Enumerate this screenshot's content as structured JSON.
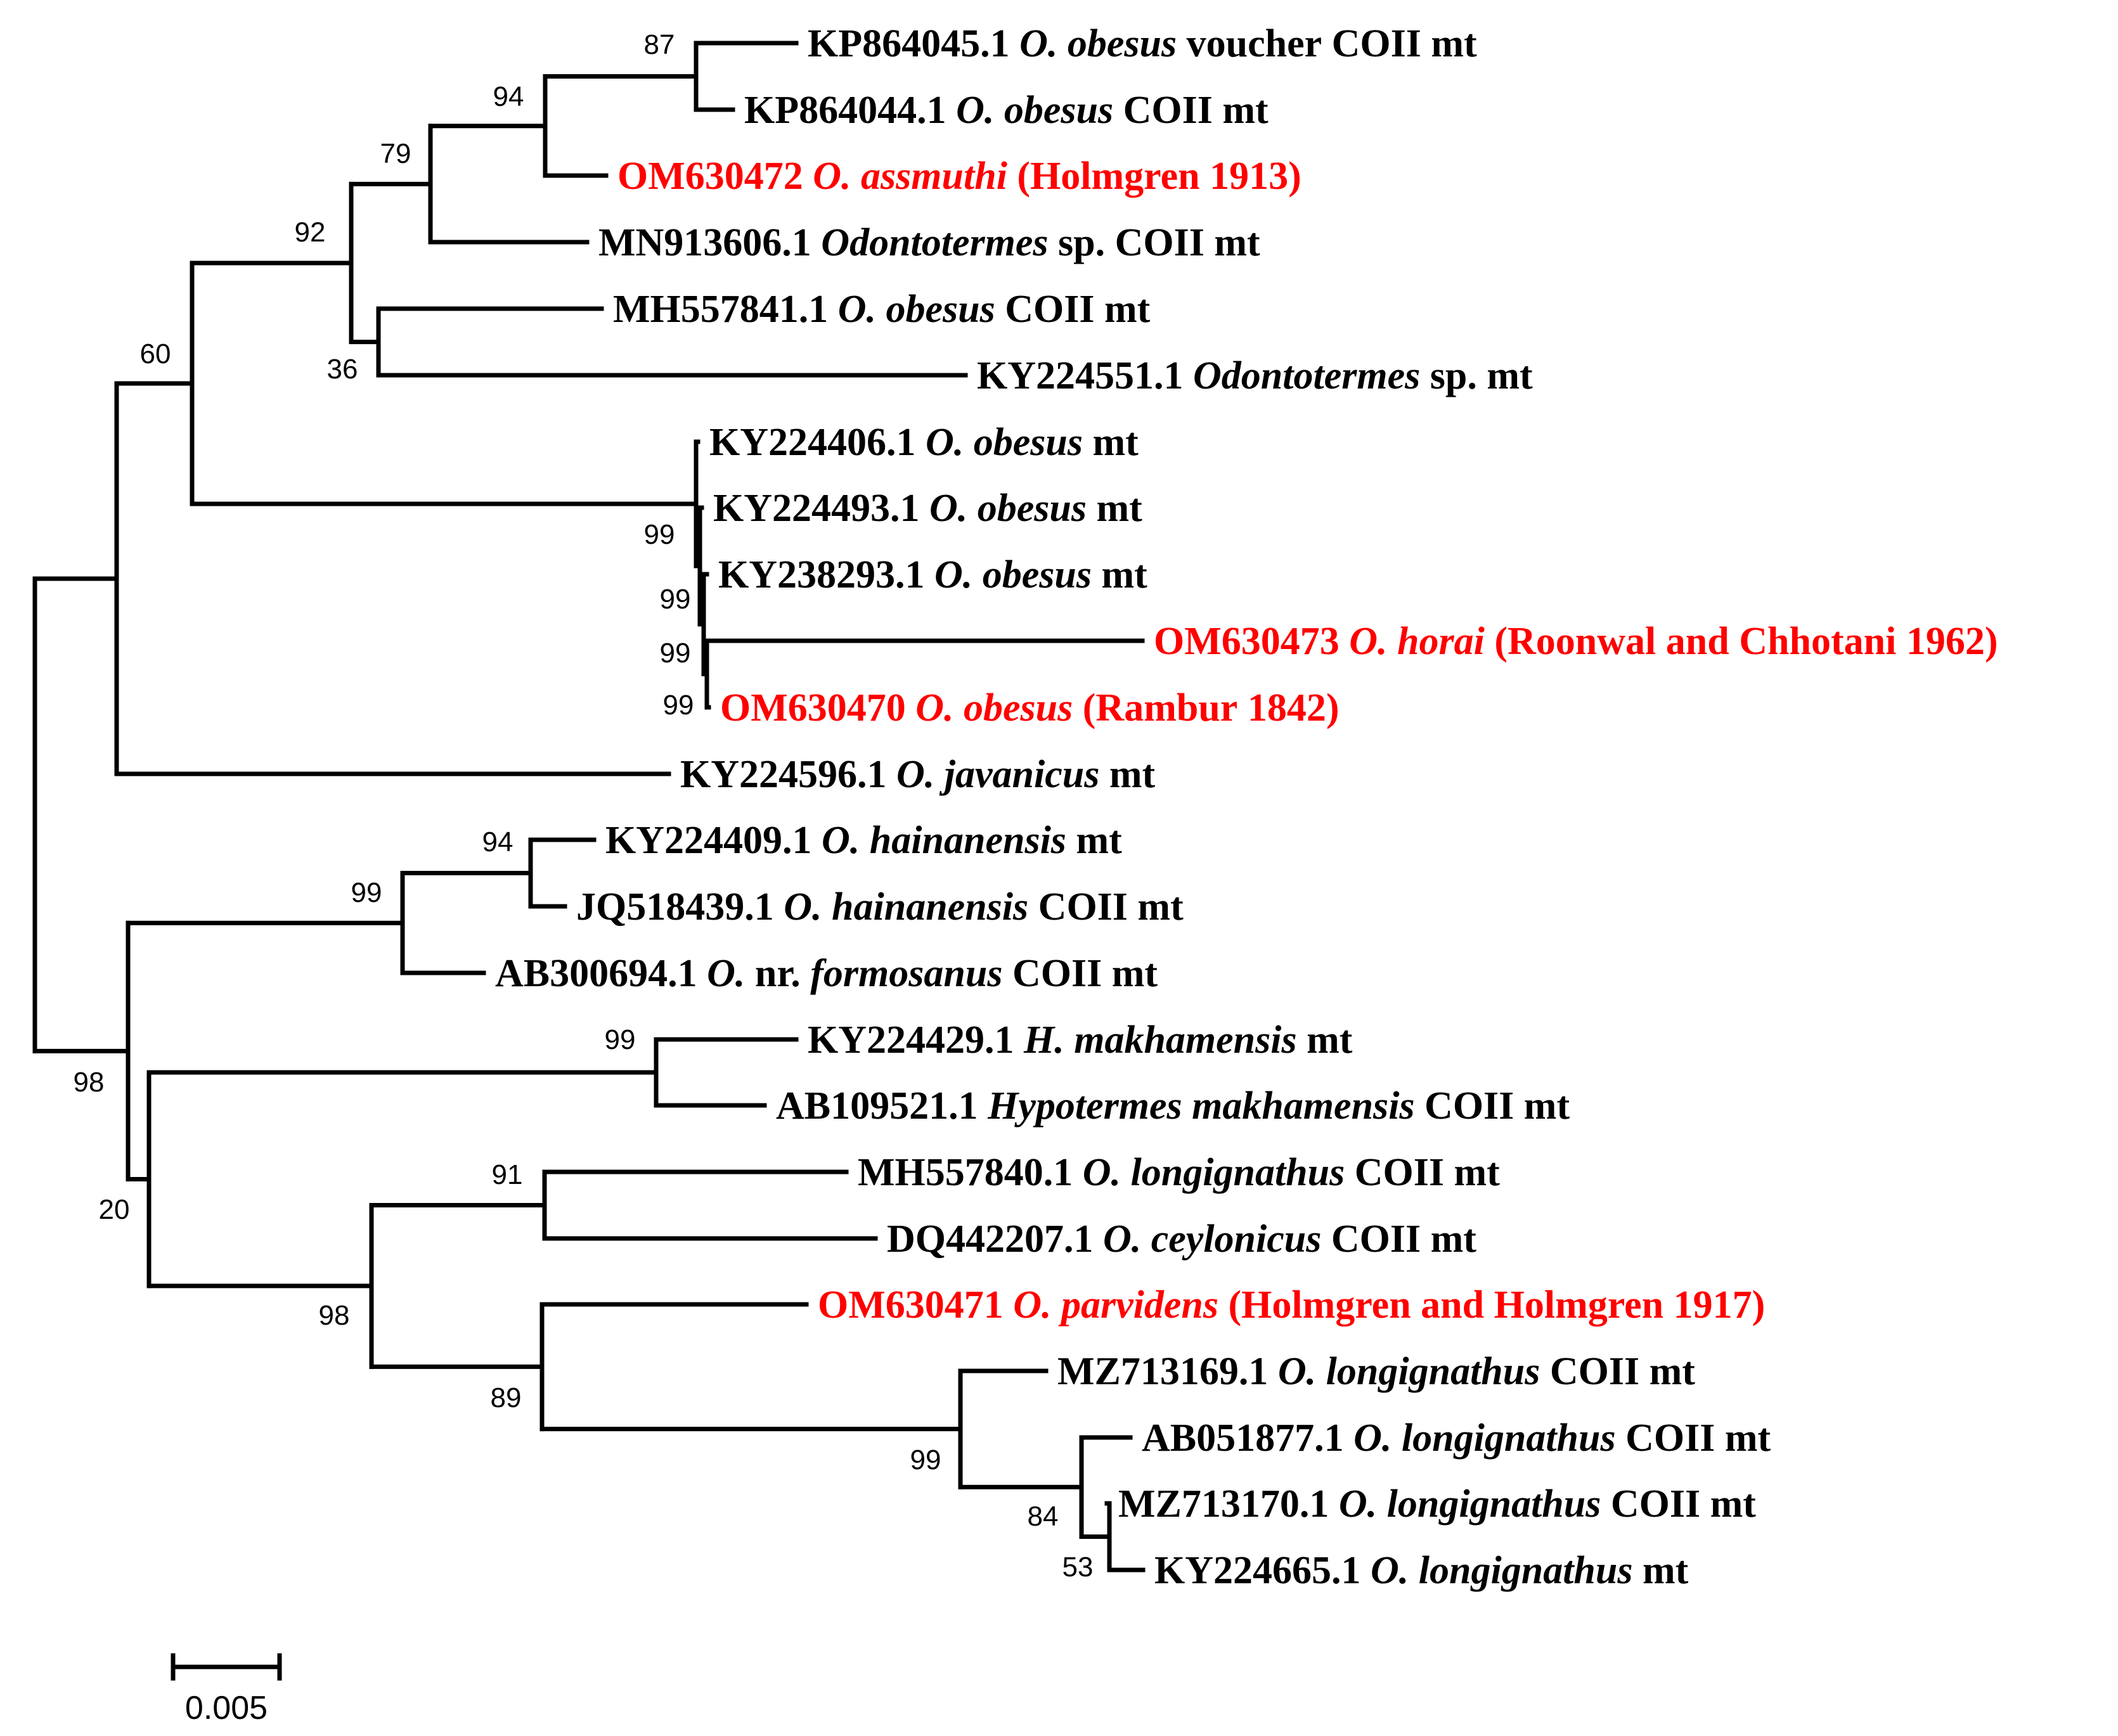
{
  "colors": {
    "reference": "#000000",
    "new_sequence": "#ff0000"
  },
  "scale_bar_label": "0.005",
  "taxa": [
    {
      "id": "t1",
      "new": false,
      "parts": [
        {
          "t": "KP864045.1 "
        },
        {
          "t": "O. obesus",
          "i": true
        },
        {
          "t": " voucher COII mt"
        }
      ]
    },
    {
      "id": "t2",
      "new": false,
      "parts": [
        {
          "t": "KP864044.1 "
        },
        {
          "t": "O. obesus",
          "i": true
        },
        {
          "t": " COII mt"
        }
      ]
    },
    {
      "id": "t3",
      "new": true,
      "parts": [
        {
          "t": "OM630472 "
        },
        {
          "t": "O. assmuthi",
          "i": true
        },
        {
          "t": " (Holmgren 1913)"
        }
      ]
    },
    {
      "id": "t4",
      "new": false,
      "parts": [
        {
          "t": "MN913606.1 "
        },
        {
          "t": "Odontotermes",
          "i": true
        },
        {
          "t": " sp. COII mt"
        }
      ]
    },
    {
      "id": "t5",
      "new": false,
      "parts": [
        {
          "t": "MH557841.1 "
        },
        {
          "t": "O. obesus",
          "i": true
        },
        {
          "t": " COII mt"
        }
      ]
    },
    {
      "id": "t6",
      "new": false,
      "parts": [
        {
          "t": "KY224551.1 "
        },
        {
          "t": "Odontotermes",
          "i": true
        },
        {
          "t": " sp. mt"
        }
      ]
    },
    {
      "id": "t7",
      "new": false,
      "parts": [
        {
          "t": "KY224406.1 "
        },
        {
          "t": "O. obesus",
          "i": true
        },
        {
          "t": " mt"
        }
      ]
    },
    {
      "id": "t8",
      "new": false,
      "parts": [
        {
          "t": "KY224493.1 "
        },
        {
          "t": "O. obesus",
          "i": true
        },
        {
          "t": " mt"
        }
      ]
    },
    {
      "id": "t9",
      "new": false,
      "parts": [
        {
          "t": "KY238293.1 "
        },
        {
          "t": "O. obesus",
          "i": true
        },
        {
          "t": " mt"
        }
      ]
    },
    {
      "id": "t10",
      "new": true,
      "parts": [
        {
          "t": "OM630473 "
        },
        {
          "t": "O. horai",
          "i": true
        },
        {
          "t": " (Roonwal and Chhotani 1962)"
        }
      ]
    },
    {
      "id": "t11",
      "new": true,
      "parts": [
        {
          "t": "OM630470 "
        },
        {
          "t": "O. obesus",
          "i": true
        },
        {
          "t": " (Rambur 1842)"
        }
      ]
    },
    {
      "id": "t12",
      "new": false,
      "parts": [
        {
          "t": "KY224596.1 "
        },
        {
          "t": "O. javanicus",
          "i": true
        },
        {
          "t": " mt"
        }
      ]
    },
    {
      "id": "t13",
      "new": false,
      "parts": [
        {
          "t": "KY224409.1 "
        },
        {
          "t": "O. hainanensis",
          "i": true
        },
        {
          "t": " mt"
        }
      ]
    },
    {
      "id": "t14",
      "new": false,
      "parts": [
        {
          "t": "JQ518439.1 "
        },
        {
          "t": "O. hainanensis",
          "i": true
        },
        {
          "t": " COII mt"
        }
      ]
    },
    {
      "id": "t15",
      "new": false,
      "parts": [
        {
          "t": "AB300694.1 "
        },
        {
          "t": "O.",
          "i": true
        },
        {
          "t": " nr. "
        },
        {
          "t": "formosanus",
          "i": true
        },
        {
          "t": " COII mt"
        }
      ]
    },
    {
      "id": "t16",
      "new": false,
      "parts": [
        {
          "t": "KY224429.1 "
        },
        {
          "t": "H. makhamensis",
          "i": true
        },
        {
          "t": " mt"
        }
      ]
    },
    {
      "id": "t17",
      "new": false,
      "parts": [
        {
          "t": "AB109521.1 "
        },
        {
          "t": "Hypotermes makhamensis",
          "i": true
        },
        {
          "t": " COII mt"
        }
      ]
    },
    {
      "id": "t18",
      "new": false,
      "parts": [
        {
          "t": "MH557840.1 "
        },
        {
          "t": "O. longignathus",
          "i": true
        },
        {
          "t": " COII mt"
        }
      ]
    },
    {
      "id": "t19",
      "new": false,
      "parts": [
        {
          "t": "DQ442207.1 "
        },
        {
          "t": "O. ceylonicus",
          "i": true
        },
        {
          "t": " COII mt"
        }
      ]
    },
    {
      "id": "t20",
      "new": true,
      "parts": [
        {
          "t": "OM630471 "
        },
        {
          "t": "O. parvidens",
          "i": true
        },
        {
          "t": " (Holmgren and Holmgren 1917)"
        }
      ]
    },
    {
      "id": "t21",
      "new": false,
      "parts": [
        {
          "t": "MZ713169.1 "
        },
        {
          "t": "O. longignathus",
          "i": true
        },
        {
          "t": " COII mt"
        }
      ]
    },
    {
      "id": "t22",
      "new": false,
      "parts": [
        {
          "t": "AB051877.1 "
        },
        {
          "t": "O. longignathus",
          "i": true
        },
        {
          "t": " COII mt"
        }
      ]
    },
    {
      "id": "t23",
      "new": false,
      "parts": [
        {
          "t": "MZ713170.1 "
        },
        {
          "t": "O. longignathus",
          "i": true
        },
        {
          "t": " COII mt"
        }
      ]
    },
    {
      "id": "t24",
      "new": false,
      "parts": [
        {
          "t": "KY224665.1 "
        },
        {
          "t": "O. longignathus",
          "i": true
        },
        {
          "t": " mt"
        }
      ]
    }
  ],
  "nodes": [
    {
      "id": "n1",
      "children": [
        "t1",
        "t2"
      ],
      "support": "87"
    },
    {
      "id": "n2",
      "children": [
        "n1",
        "t3"
      ],
      "support": "94"
    },
    {
      "id": "n3",
      "children": [
        "n2",
        "t4"
      ],
      "support": "79"
    },
    {
      "id": "n4",
      "children": [
        "t5",
        "t6"
      ],
      "support": "36"
    },
    {
      "id": "n5",
      "children": [
        "n3",
        "n4"
      ],
      "support": "92"
    },
    {
      "id": "n6",
      "children": [
        "t10",
        "t11"
      ],
      "support": "99"
    },
    {
      "id": "n7",
      "children": [
        "t9",
        "n6"
      ],
      "support": "99"
    },
    {
      "id": "n8",
      "children": [
        "t8",
        "n7"
      ],
      "support": "99"
    },
    {
      "id": "n9",
      "children": [
        "t7",
        "n8"
      ],
      "support": "99"
    },
    {
      "id": "n10",
      "children": [
        "n5",
        "n9"
      ],
      "support": "60"
    },
    {
      "id": "n11",
      "children": [
        "n10",
        "t12"
      ],
      "support": ""
    },
    {
      "id": "n12",
      "children": [
        "t13",
        "t14"
      ],
      "support": "94"
    },
    {
      "id": "n13",
      "children": [
        "n12",
        "t15"
      ],
      "support": "99"
    },
    {
      "id": "n14",
      "children": [
        "t16",
        "t17"
      ],
      "support": "99"
    },
    {
      "id": "n15",
      "children": [
        "t18",
        "t19"
      ],
      "support": "91"
    },
    {
      "id": "n16",
      "children": [
        "t23",
        "t24"
      ],
      "support": "53"
    },
    {
      "id": "n17",
      "children": [
        "t22",
        "n16"
      ],
      "support": "84"
    },
    {
      "id": "n18",
      "children": [
        "t21",
        "n17"
      ],
      "support": "99"
    },
    {
      "id": "n19",
      "children": [
        "t20",
        "n18"
      ],
      "support": "89"
    },
    {
      "id": "n20",
      "children": [
        "n15",
        "n19"
      ],
      "support": "98"
    },
    {
      "id": "n21",
      "children": [
        "n14",
        "n20"
      ],
      "support": "20"
    },
    {
      "id": "n22",
      "children": [
        "n13",
        "n21"
      ],
      "support": ""
    },
    {
      "id": "root",
      "children": [
        "n11",
        "n22"
      ],
      "support": "98"
    }
  ]
}
